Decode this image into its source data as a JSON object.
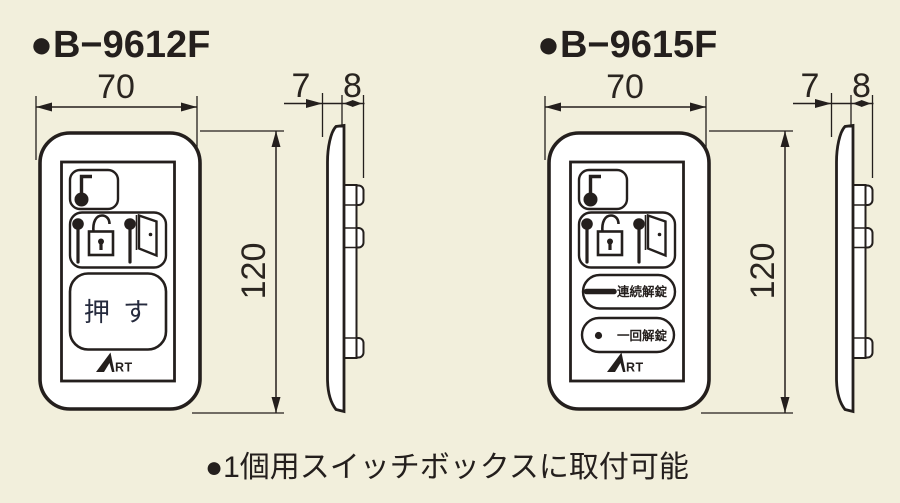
{
  "page": {
    "background": "#f2efdc",
    "ink": "#241f1d",
    "caption": "●1個用スイッチボックスに取付可能"
  },
  "products": [
    {
      "model": "●B−9612F",
      "dims": {
        "width": "70",
        "height": "120",
        "plate_depth": "7",
        "box_depth": "8"
      },
      "panel": {
        "push_button_label": "押 す",
        "brand": {
          "name": "ART",
          "suffix": "RT"
        }
      },
      "icons": [
        "key-icon",
        "key-slot-icon",
        "padlock-open-icon",
        "open-door-icon"
      ]
    },
    {
      "model": "●B−9615F",
      "dims": {
        "width": "70",
        "height": "120",
        "plate_depth": "7",
        "box_depth": "8"
      },
      "panel": {
        "buttons": [
          {
            "symbol": "bar",
            "label": "連続解錠"
          },
          {
            "symbol": "dot",
            "label": "一回解錠"
          }
        ],
        "brand": {
          "name": "ART",
          "suffix": "RT"
        }
      },
      "icons": [
        "key-icon",
        "key-slot-icon",
        "padlock-open-icon",
        "open-door-icon"
      ]
    }
  ]
}
